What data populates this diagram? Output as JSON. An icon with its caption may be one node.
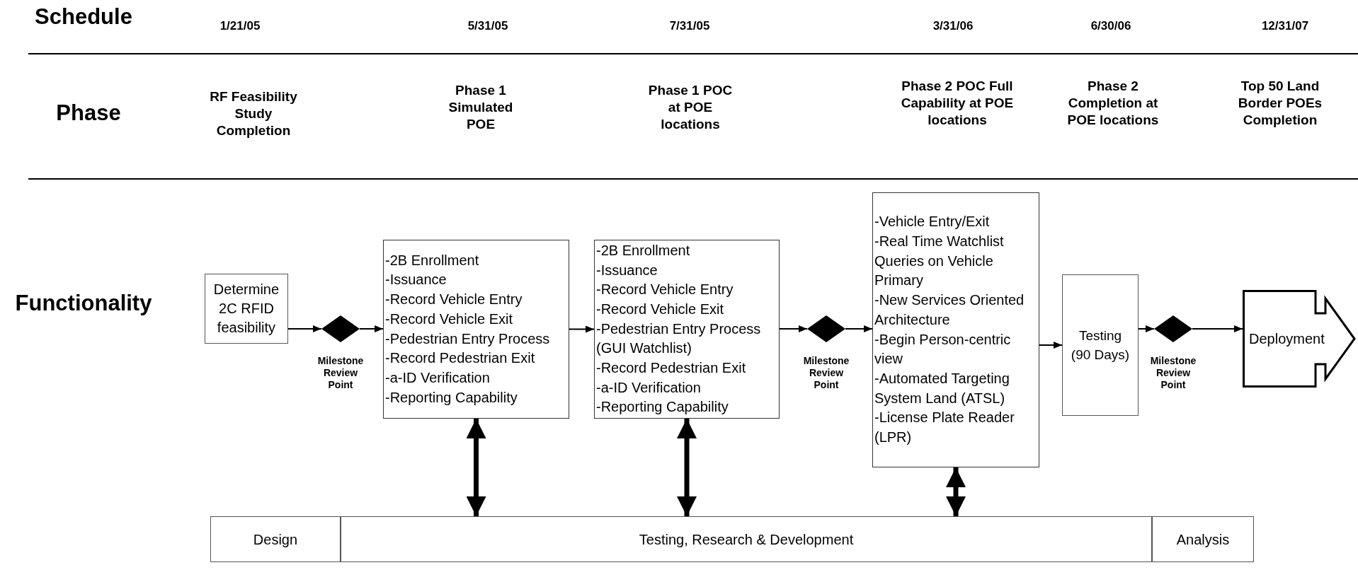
{
  "diagram": {
    "nodes": [
      {
        "text": [
          "Determine 2C RFID feasibility"
        ]
      },
      {
        "text": [],
        "shape": "diamond",
        "beside": [
          "Milestone Review Point"
        ]
      },
      {
        "text": [
          "-2B Enrollment",
          "-Issuance",
          "-Record Vehicle Entry",
          "-Record Vehicle Exit",
          "-Pedestrian Entry Process",
          "-Record Pedestrian Exit",
          "-a-ID Verification",
          "-Reporting Capability"
        ]
      },
      {
        "text": [
          "-2B Enrollment",
          "-Issuance",
          "-Record Vehicle Entry",
          "-Record Vehicle Exit",
          "-Pedestrian Entry Process (GUI Watchlist)",
          "-Record Pedestrian Exit",
          "-a-ID Verification",
          "-Reporting Capability"
        ]
      },
      {
        "text": [],
        "shape": "diamond",
        "beside": [
          "Milestone Review Point"
        ]
      },
      {
        "text": [
          "-Vehicle Entry/Exit",
          "-Real Time Watchlist Queries on Vehicle Primary",
          "-New Services Oriented Architecture",
          "-Begin Person-centric view",
          "-Automated Targeting System Land (ATSL)",
          "-License Plate Reader (LPR)"
        ]
      },
      {
        "text": [
          "Testing (90 Days)"
        ]
      },
      {
        "text": [],
        "shape": "diamond",
        "beside": [
          "Milestone Review Point"
        ]
      },
      {
        "text": [
          "Deployment"
        ]
      },
      {
        "text": [
          "Design"
        ]
      },
      {
        "text": [
          "Testing, Research & Development"
        ]
      },
      {
        "text": [
          "Analysis"
        ]
      }
    ],
    "edges": [
      {
        "from": 0,
        "to": 1,
        "arrow": "to"
      },
      {
        "from": 1,
        "to": 2,
        "arrow": "to"
      },
      {
        "from": 2,
        "to": 3,
        "arrow": "to"
      },
      {
        "from": 3,
        "to": 4,
        "arrow": "to"
      },
      {
        "from": 4,
        "to": 5,
        "arrow": "to"
      },
      {
        "from": 5,
        "to": 6,
        "arrow": "to"
      },
      {
        "from": 6,
        "to": 7,
        "arrow": "to"
      },
      {
        "from": 7,
        "to": 8,
        "arrow": "to"
      },
      {
        "from": 2,
        "to": 10,
        "arrow": "both",
        "style": "thick"
      },
      {
        "from": 3,
        "to": 10,
        "arrow": "both",
        "style": "thick"
      },
      {
        "from": 5,
        "to": 10,
        "arrow": "both",
        "style": "thick"
      }
    ],
    "labels": [
      "Schedule",
      "1/21/05",
      "5/31/05",
      "7/31/05",
      "3/31/06",
      "6/30/06",
      "12/31/07",
      "Phase",
      "RF Feasibility Study Completion",
      "Phase 1 Simulated POE",
      "Phase 1 POC at POE locations",
      "Phase 2 POC Full Capability at POE locations",
      "Phase 2 Completion at POE locations",
      "Top 50 Land Border POEs Completion",
      "Functionality"
    ]
  }
}
